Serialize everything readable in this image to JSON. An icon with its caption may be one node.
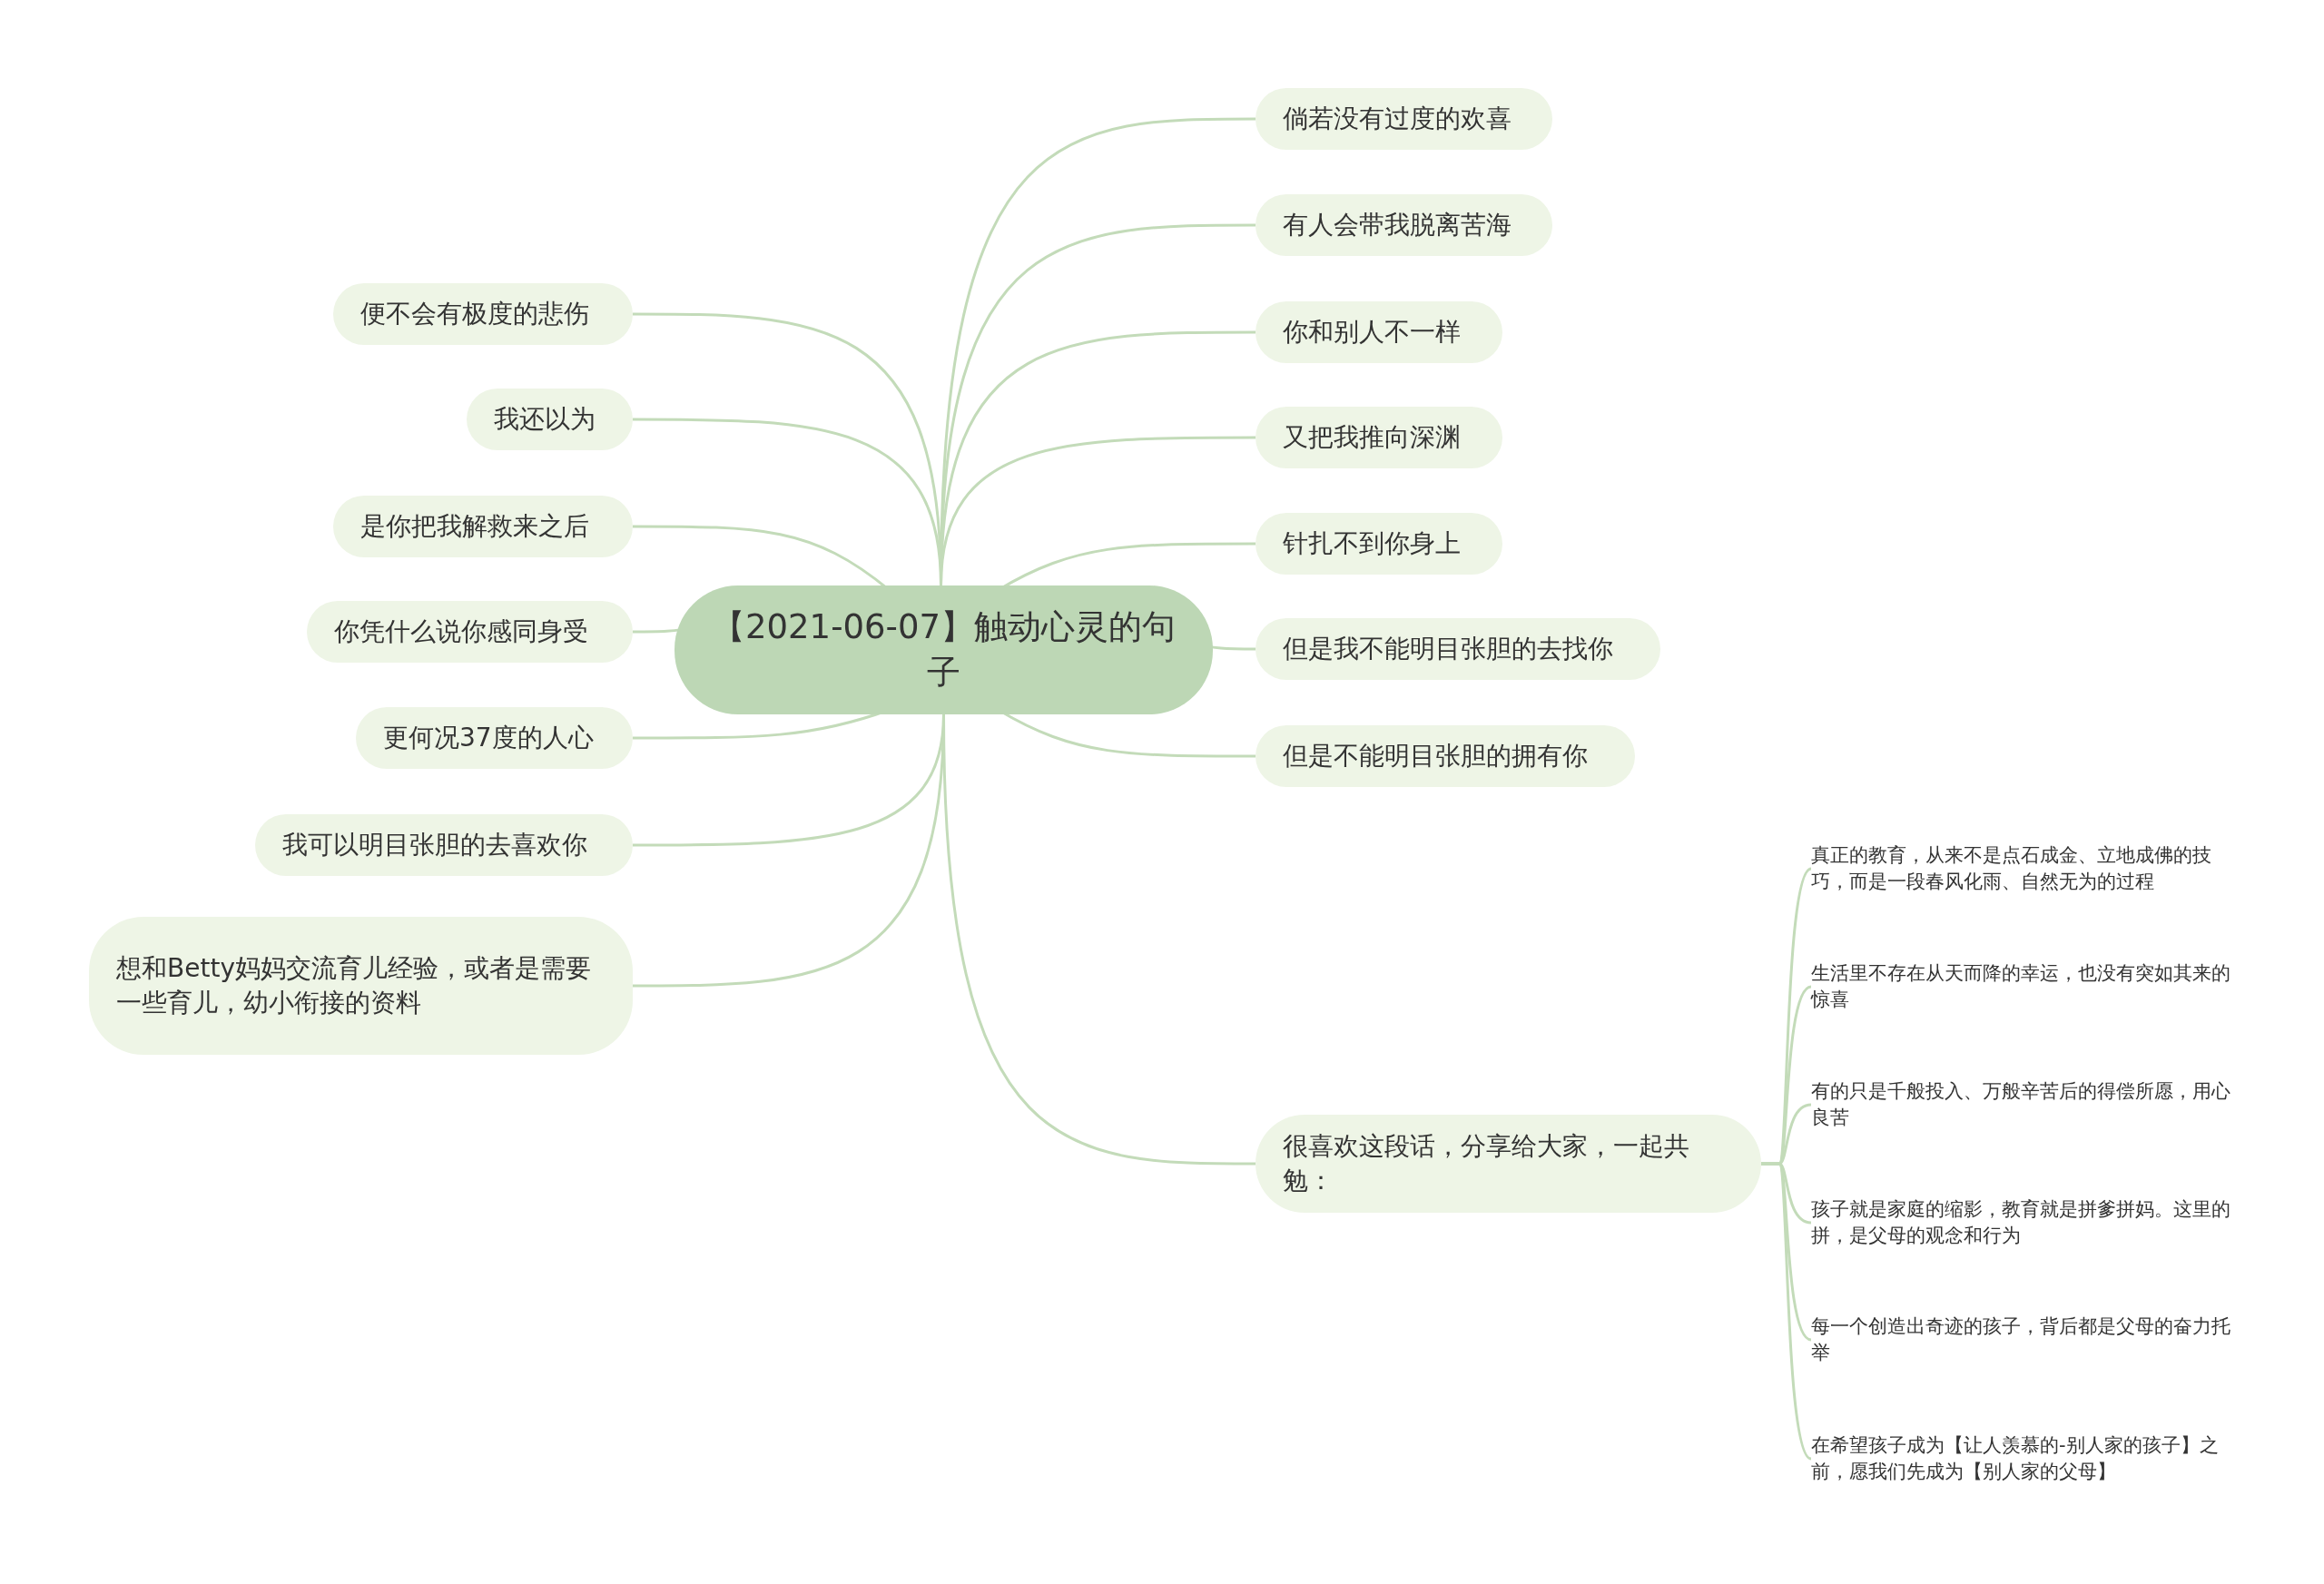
{
  "diagram": {
    "nodes": [
      {
        "text": [
          "【2021-06-07】触动心灵的句子"
        ]
      },
      {
        "text": [
          "倘若没有过度的欢喜"
        ]
      },
      {
        "text": [
          "有人会带我脱离苦海"
        ]
      },
      {
        "text": [
          "你和别人不一样"
        ]
      },
      {
        "text": [
          "又把我推向深渊"
        ]
      },
      {
        "text": [
          "针扎不到你身上"
        ]
      },
      {
        "text": [
          "但是我不能明目张胆的去找你"
        ]
      },
      {
        "text": [
          "但是不能明目张胆的拥有你"
        ]
      },
      {
        "text": [
          "便不会有极度的悲伤"
        ]
      },
      {
        "text": [
          "我还以为"
        ]
      },
      {
        "text": [
          "是你把我解救来之后"
        ]
      },
      {
        "text": [
          "你凭什么说你感同身受"
        ]
      },
      {
        "text": [
          "更何况37度的人心"
        ]
      },
      {
        "text": [
          "我可以明目张胆的去喜欢你"
        ]
      },
      {
        "text": [
          "想和Betty妈妈交流育儿经验，或者是需要一些育儿，幼小衔接的资料"
        ]
      },
      {
        "text": [
          "很喜欢这段话，分享给大家，一起共勉："
        ]
      },
      {
        "text": [
          "真正的教育，从来不是点石成金、立地成佛的技巧，而是一段春风化雨、自然无为的过程"
        ]
      },
      {
        "text": [
          "生活里不存在从天而降的幸运，也没有突如其来的惊喜"
        ]
      },
      {
        "text": [
          "有的只是千般投入、万般辛苦后的得偿所愿，用心良苦"
        ]
      },
      {
        "text": [
          "孩子就是家庭的缩影，教育就是拼爹拼妈。这里的拼，是父母的观念和行为"
        ]
      },
      {
        "text": [
          "每一个创造出奇迹的孩子，背后都是父母的奋力托举"
        ]
      },
      {
        "text": [
          "在希望孩子成为【让人羡慕的-别人家的孩子】之前，愿我们先成为【别人家的父母】"
        ]
      }
    ],
    "edges": [
      {
        "from": 0,
        "to": 1,
        "arrow": "none"
      },
      {
        "from": 0,
        "to": 2,
        "arrow": "none"
      },
      {
        "from": 0,
        "to": 3,
        "arrow": "none"
      },
      {
        "from": 0,
        "to": 4,
        "arrow": "none"
      },
      {
        "from": 0,
        "to": 5,
        "arrow": "none"
      },
      {
        "from": 0,
        "to": 6,
        "arrow": "none"
      },
      {
        "from": 0,
        "to": 7,
        "arrow": "none"
      },
      {
        "from": 0,
        "to": 8,
        "arrow": "none"
      },
      {
        "from": 0,
        "to": 9,
        "arrow": "none"
      },
      {
        "from": 0,
        "to": 10,
        "arrow": "none"
      },
      {
        "from": 0,
        "to": 11,
        "arrow": "none"
      },
      {
        "from": 0,
        "to": 12,
        "arrow": "none"
      },
      {
        "from": 0,
        "to": 13,
        "arrow": "none"
      },
      {
        "from": 0,
        "to": 14,
        "arrow": "none"
      },
      {
        "from": 0,
        "to": 15,
        "arrow": "none"
      },
      {
        "from": 15,
        "to": 16,
        "arrow": "none"
      },
      {
        "from": 15,
        "to": 17,
        "arrow": "none"
      },
      {
        "from": 15,
        "to": 18,
        "arrow": "none"
      },
      {
        "from": 15,
        "to": 19,
        "arrow": "none"
      },
      {
        "from": 15,
        "to": 20,
        "arrow": "none"
      },
      {
        "from": 15,
        "to": 21,
        "arrow": "none"
      }
    ]
  }
}
